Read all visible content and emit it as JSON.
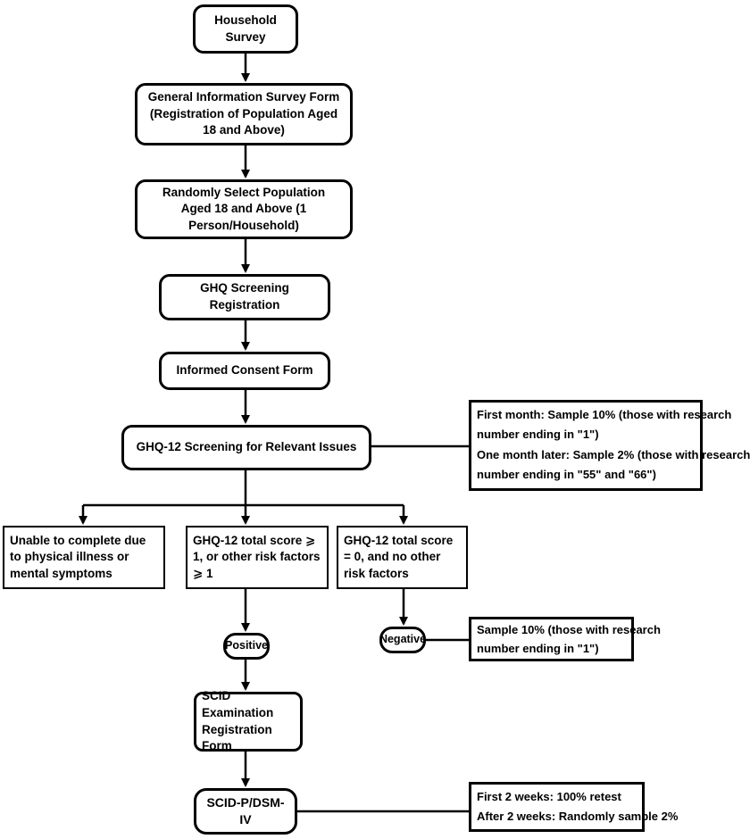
{
  "nodes": {
    "household_survey": "Household Survey",
    "general_info_form": "General Information Survey Form (Registration of Population Aged 18 and Above)",
    "random_select": "Randomly Select Population Aged 18 and Above (1 Person/Household)",
    "ghq_screening_registration": "GHQ Screening Registration",
    "informed_consent": "Informed Consent Form",
    "ghq12_screening": "GHQ-12 Screening for Relevant Issues",
    "unable_to_complete": "Unable to complete due to physical illness or mental symptoms",
    "score_ge_1": "GHQ-12 total score ⩾ 1, or other risk factors ⩾ 1",
    "score_eq_0": "GHQ-12 total score = 0, and no other risk factors",
    "positive": "Positive",
    "negative": "Negative",
    "scid_registration": "SCID Examination Registration Form",
    "scid_p": "SCID-P/DSM-IV"
  },
  "notes": {
    "ghq12_sampling": [
      "First month: Sample 10% (those with research",
      "number ending in \"1\")",
      "One month later: Sample 2% (those with research",
      "number ending in \"55\" and \"66\")"
    ],
    "negative_sampling": [
      "Sample 10% (those with research",
      "number ending in \"1\")"
    ],
    "scid_retest": [
      "First 2 weeks: 100% retest",
      "After 2 weeks: Randomly sample 2%"
    ]
  }
}
